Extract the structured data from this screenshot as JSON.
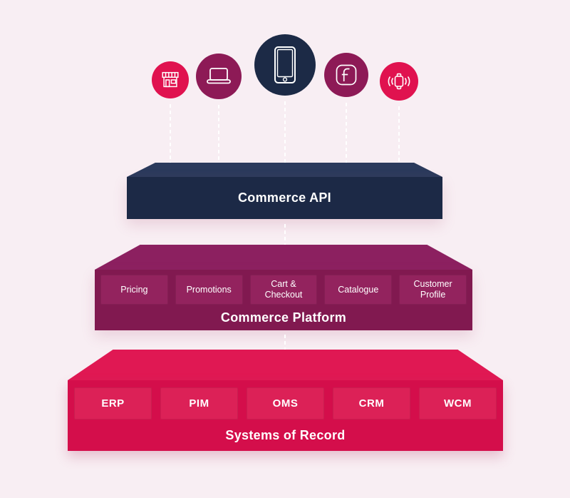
{
  "palette": {
    "background": "#F8EEF3",
    "navy": "#1C2946",
    "navy_top": "#2B3A5C",
    "magenta": "#811950",
    "magenta_top": "#8C2060",
    "magenta_box": "#93235E",
    "crimson": "#D40E4B",
    "crimson_top": "#E01853",
    "crimson_box": "#DC2157",
    "connector": "#FFFFFF",
    "text": "#FFFFFF"
  },
  "devices": [
    {
      "icon": "storefront-icon"
    },
    {
      "icon": "laptop-icon"
    },
    {
      "icon": "smartphone-icon"
    },
    {
      "icon": "facebook-icon"
    },
    {
      "icon": "smartwatch-icon"
    }
  ],
  "layers": {
    "api": {
      "title": "Commerce API"
    },
    "platform": {
      "title": "Commerce Platform",
      "modules": [
        "Pricing",
        "Promotions",
        "Cart & Checkout",
        "Catalogue",
        "Customer Profile"
      ]
    },
    "systems": {
      "title": "Systems of Record",
      "modules": [
        "ERP",
        "PIM",
        "OMS",
        "CRM",
        "WCM"
      ]
    }
  }
}
